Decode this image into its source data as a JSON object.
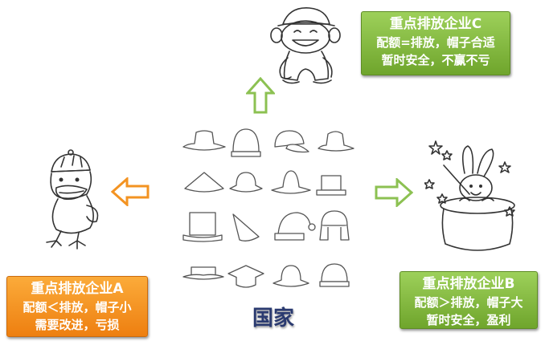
{
  "company_c": {
    "title": "重点排放企业C",
    "line1": "配额=排放，帽子合适",
    "line2": "暂时安全，不赢不亏",
    "color": "#7ab536"
  },
  "company_a": {
    "title": "重点排放企业A",
    "line1": "配额＜排放，帽子小",
    "line2": "需要改进，亏损",
    "color": "#f39322"
  },
  "company_b": {
    "title": "重点排放企业B",
    "line1": "配额＞排放，帽子大",
    "line2": "暂时安全，盈利",
    "color": "#7ab536"
  },
  "center_label": "国家",
  "arrows": {
    "up_color": "#8cc152",
    "left_color": "#f39322",
    "right_color": "#8cc152"
  },
  "icons": {
    "monkey": "monkey-with-cap-illustration",
    "duck": "duck-with-cap-illustration",
    "rabbit": "rabbit-in-top-hat-illustration",
    "hats": "hat-collection-grid"
  }
}
